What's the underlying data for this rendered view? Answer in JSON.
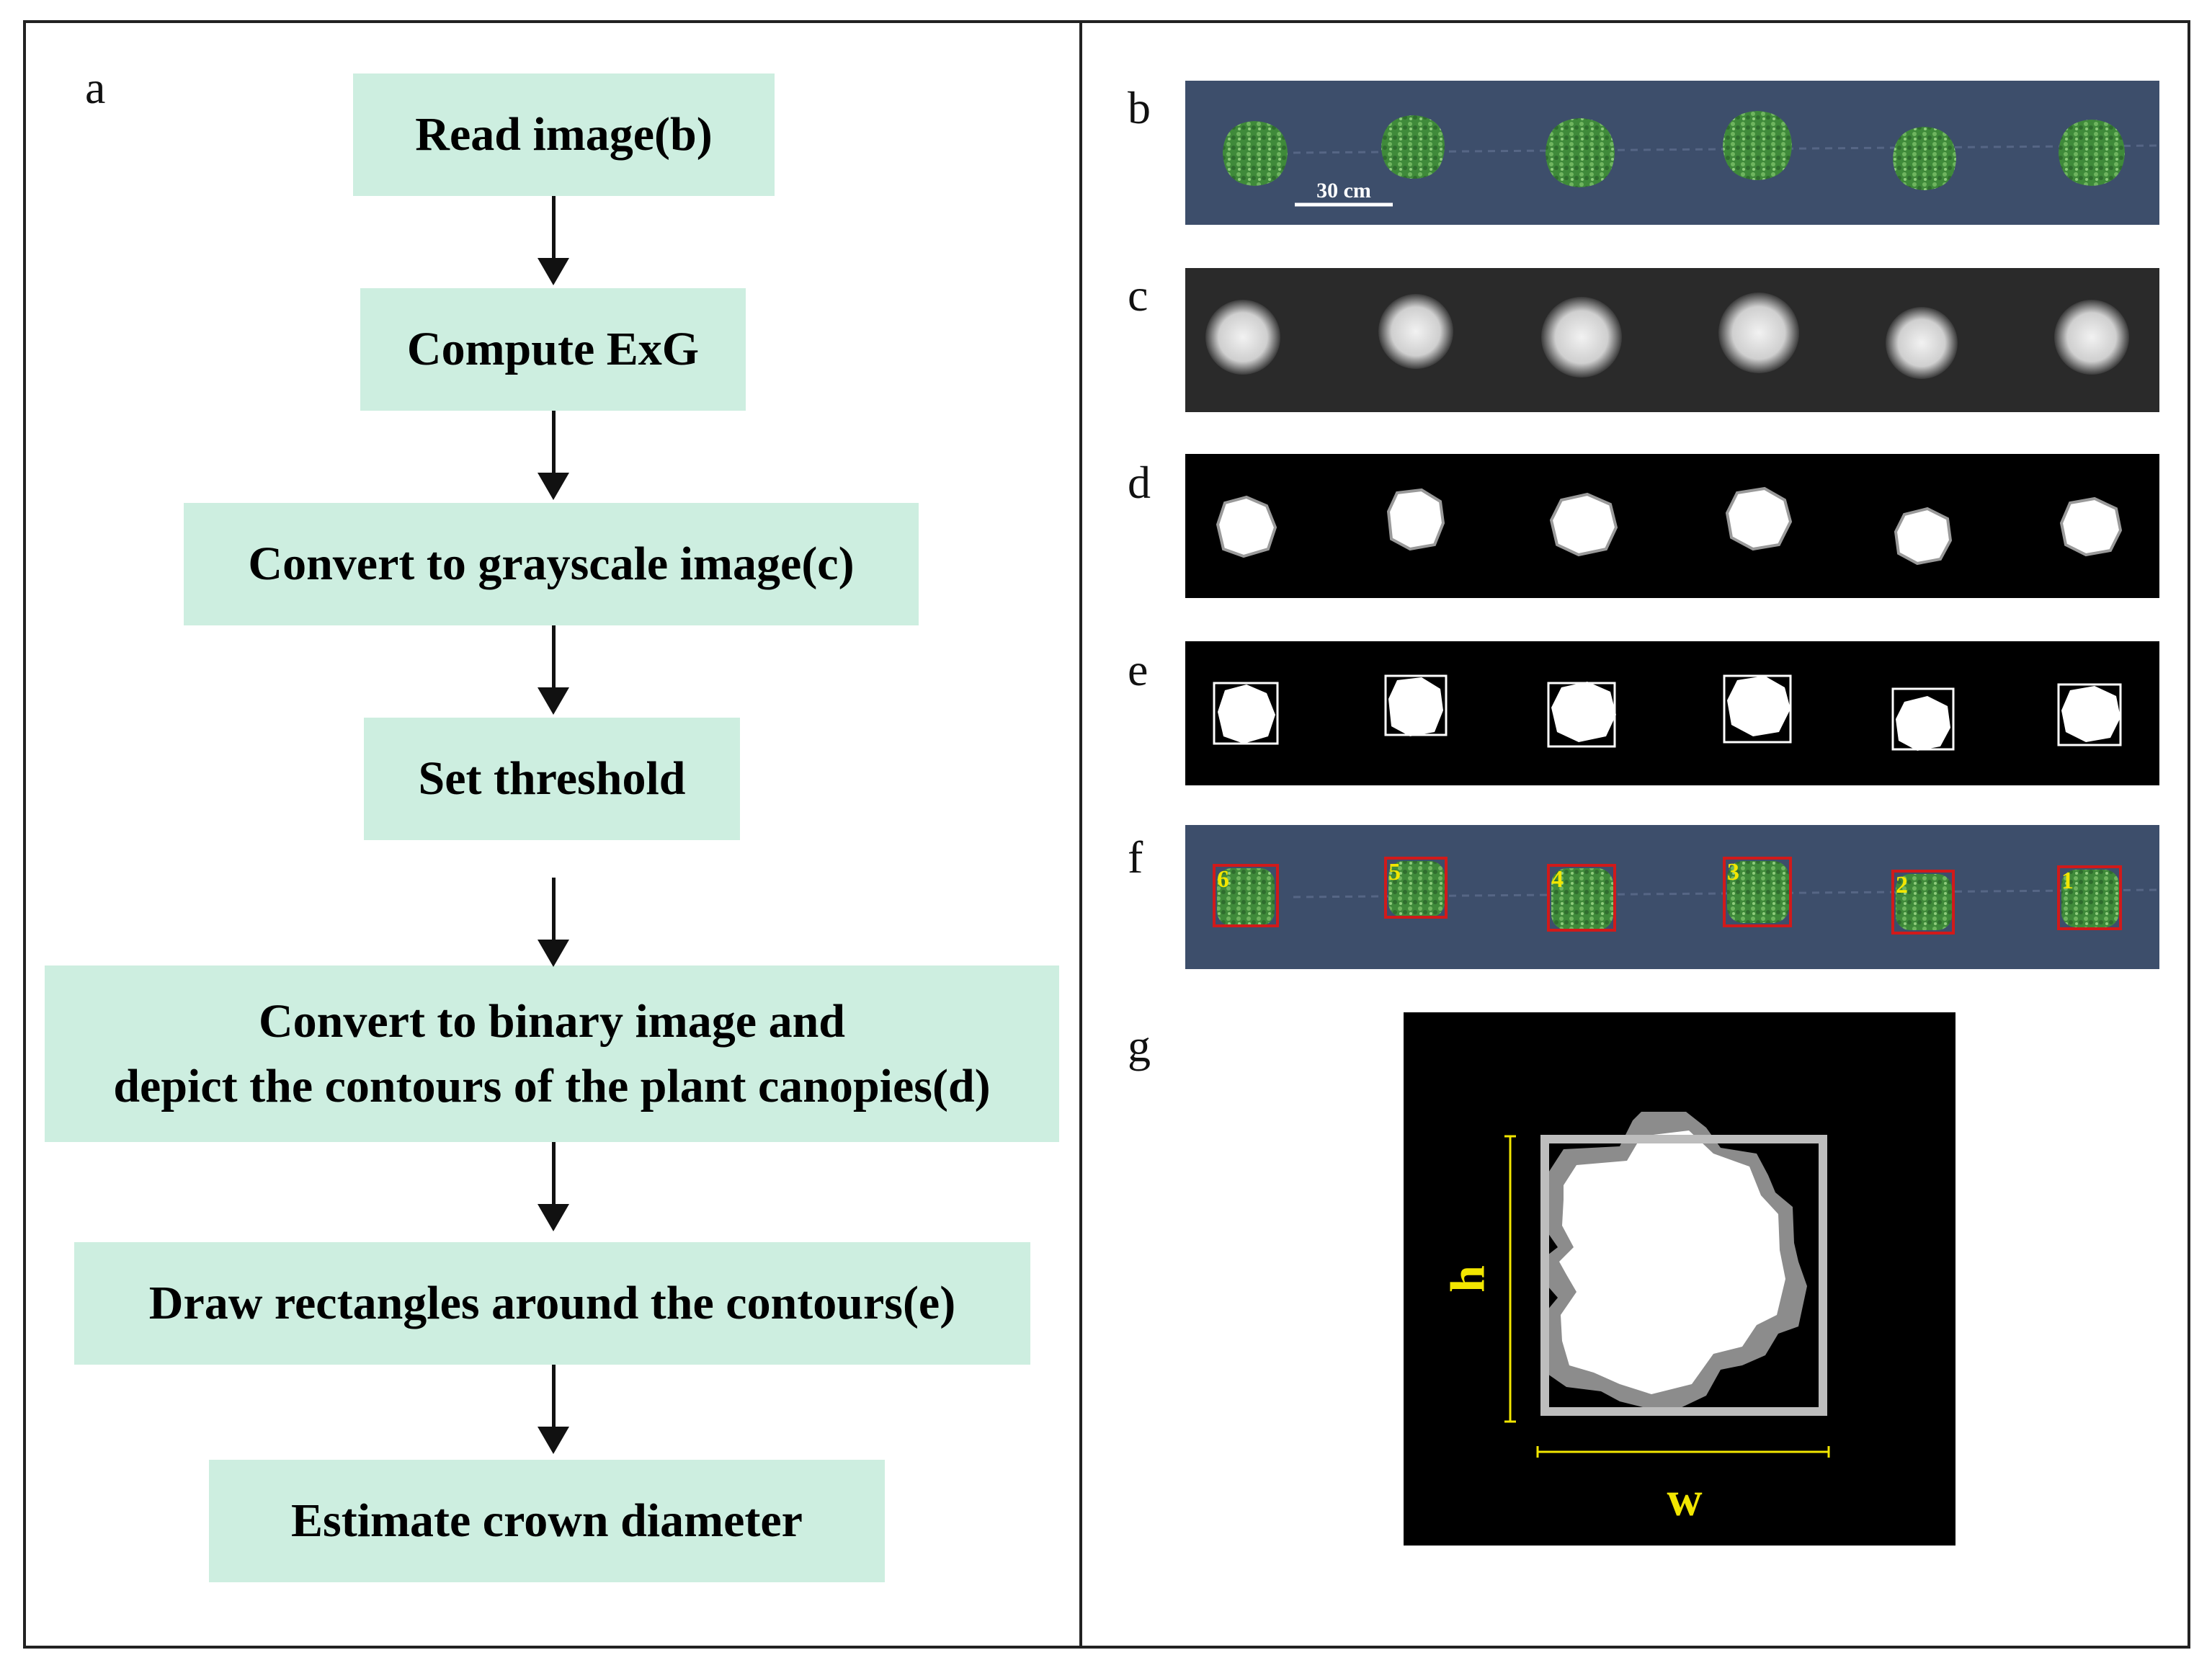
{
  "panel_a": {
    "letter": "a",
    "steps": [
      "Read image(b)",
      "Compute ExG",
      "Convert to grayscale image(c)",
      "Set threshold",
      "Convert to binary image and\ndepict the contours of the plant canopies(d)",
      "Draw rectangles around the contours(e)",
      "Estimate crown diameter"
    ]
  },
  "panel_b": {
    "letter": "b",
    "scale_bar_label": "30 cm"
  },
  "panel_c": {
    "letter": "c"
  },
  "panel_d": {
    "letter": "d"
  },
  "panel_e": {
    "letter": "e"
  },
  "panel_f": {
    "letter": "f",
    "plant_numbers": [
      "6",
      "5",
      "4",
      "3",
      "2",
      "1"
    ]
  },
  "panel_g": {
    "letter": "g",
    "height_label": "h",
    "width_label": "w"
  },
  "colors": {
    "step_box": "#cdeee0",
    "soil_blue": "#3d4e6b",
    "canopy_green": "#3f8a3a",
    "box_red": "#d11a1a",
    "label_yellow": "#f2e600",
    "contour_gray": "#8c8c8c"
  }
}
